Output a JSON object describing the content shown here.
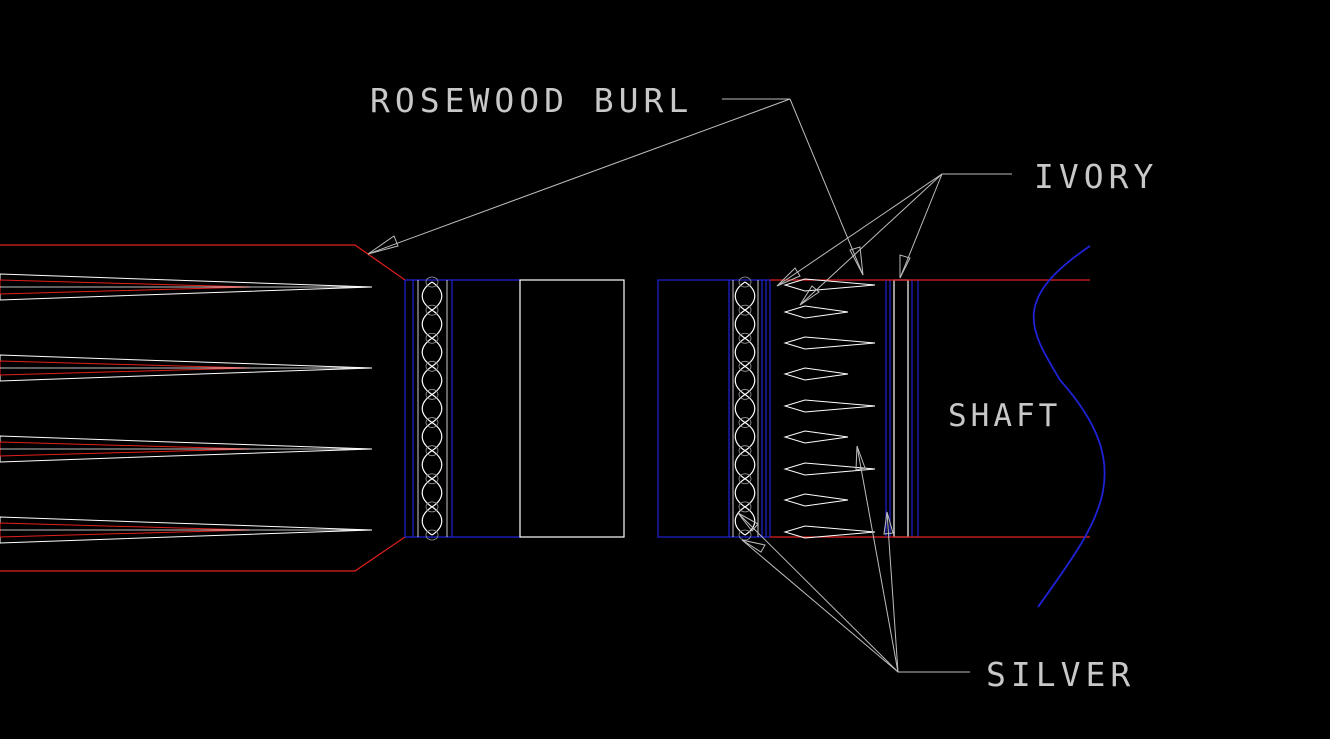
{
  "labels": {
    "rosewood_burl": "ROSEWOOD BURL",
    "ivory": "IVORY",
    "shaft": "SHAFT",
    "silver": "SILVER"
  },
  "colors": {
    "background": "#000000",
    "label_text": "#c8c8c8",
    "leader_line": "#bdbdbd",
    "wood_outline": "#e0201c",
    "ring_outline": "#1f22d6",
    "inlay_white": "#ffffff",
    "shaft_curve": "#1f22d6"
  }
}
